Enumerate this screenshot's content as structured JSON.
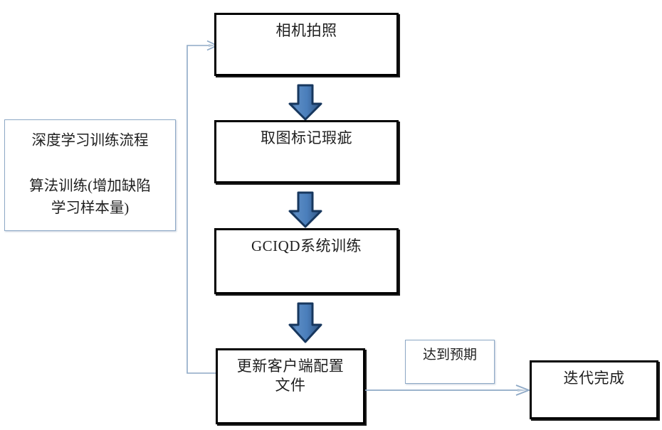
{
  "diagram": {
    "title_node": "深度学习训练流程",
    "info_box": {
      "name": "deep-learning-training-process-note",
      "text": "深度学习训练流程\n\n算法训练(增加缺陷\n学习样本量)"
    },
    "steps": [
      {
        "id": "step-1",
        "label": "相机拍照"
      },
      {
        "id": "step-2",
        "label": "取图标记瑕疵"
      },
      {
        "id": "step-3",
        "label": "GCIQD系统训练"
      },
      {
        "id": "step-4",
        "label": "更新客户端配置\n文件"
      }
    ],
    "branch_label": "达到预期",
    "terminal": "迭代完成",
    "colors": {
      "box_border": "#000000",
      "note_border": "#8ea9c6",
      "arrow_fill": "#4a7ebb",
      "arrow_outline": "#17375e",
      "connector_line": "#8ea9c6",
      "text": "#1f1f1f",
      "background": "#ffffff"
    },
    "connectors": [
      {
        "name": "arrow-step1-to-step2",
        "kind": "block-arrow-down"
      },
      {
        "name": "arrow-step2-to-step3",
        "kind": "block-arrow-down"
      },
      {
        "name": "arrow-step3-to-step4",
        "kind": "block-arrow-down"
      },
      {
        "name": "arrow-step4-to-terminal",
        "kind": "line-arrow-right"
      },
      {
        "name": "feedback-loop-step4-to-step1",
        "kind": "line-arrow-loop"
      }
    ]
  }
}
